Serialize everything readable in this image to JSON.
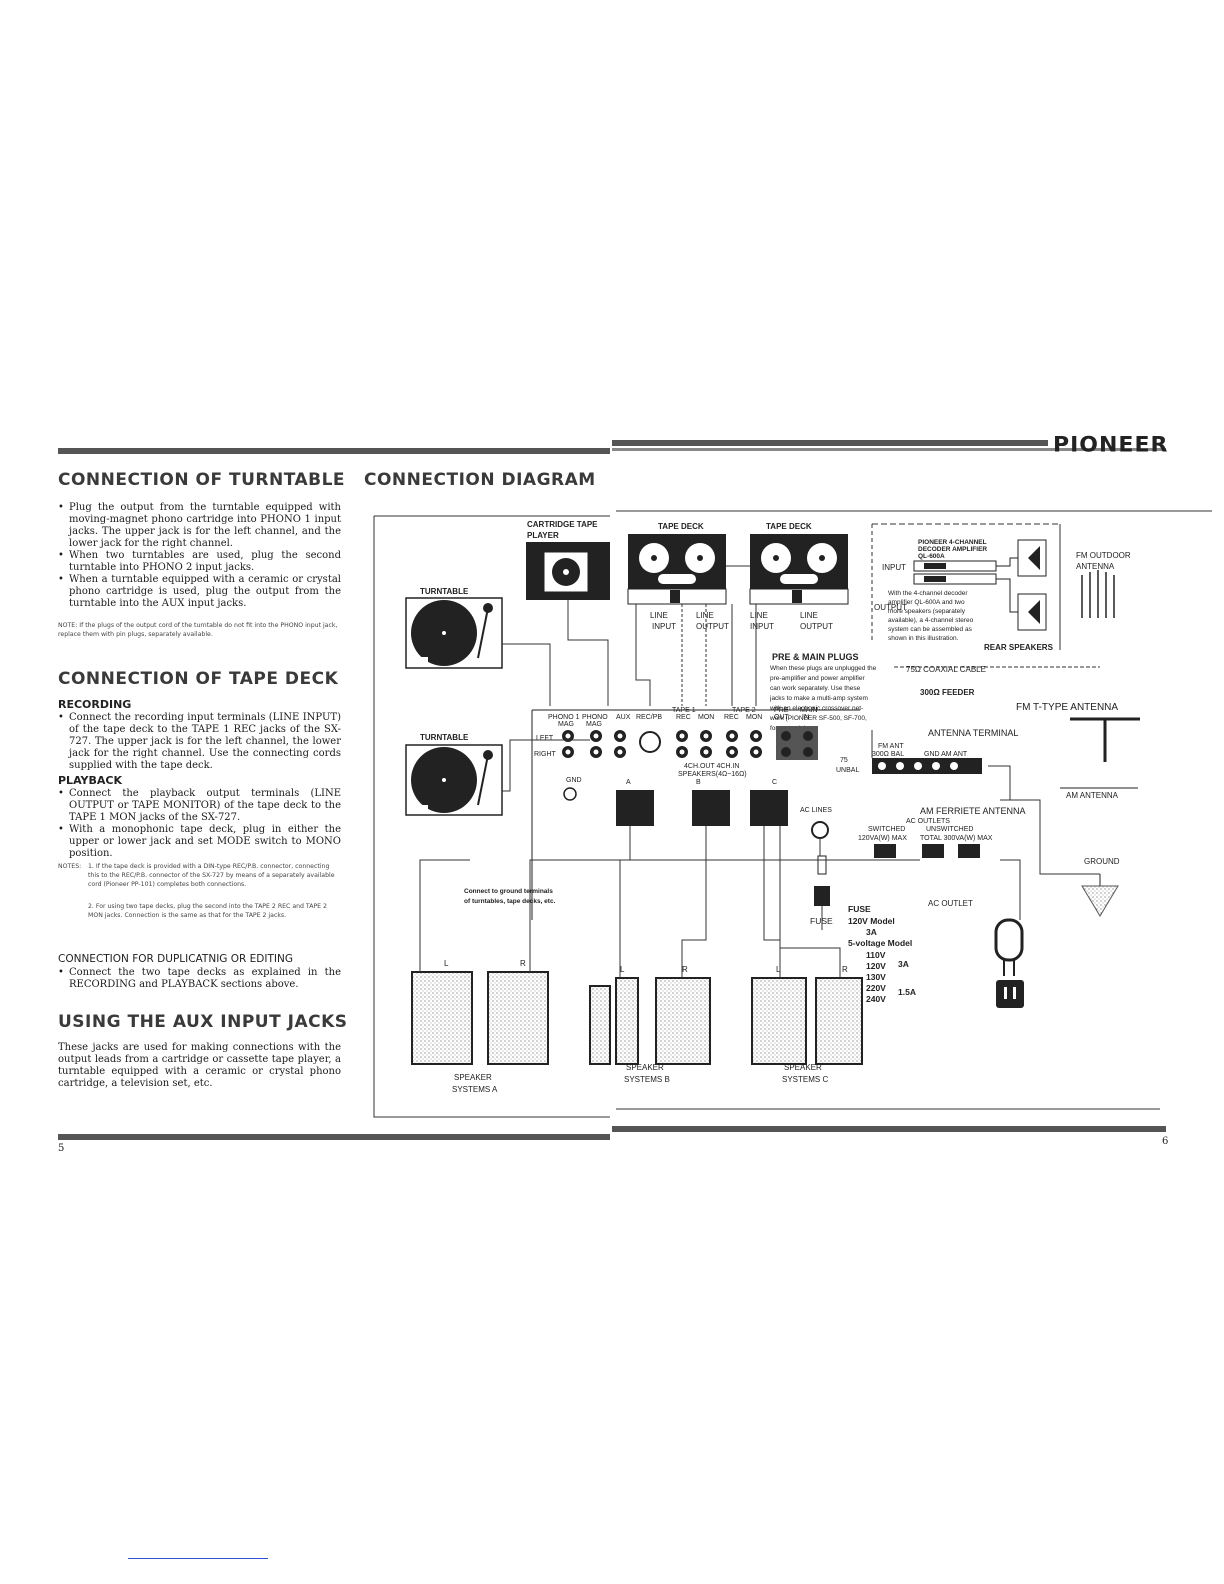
{
  "brand": {
    "logo": "PIONEER"
  },
  "left": {
    "turntable": {
      "title": "CONNECTION OF TURNTABLE",
      "bullets": [
        "Plug the output from the turntable equipped with moving-magnet phono cartridge into PHONO 1 input jacks. The upper jack is for the left channel, and the lower jack for the right channel.",
        "When two turntables are used, plug the second turntable into PHONO 2 input jacks.",
        "When a turntable equipped with a ceramic or crystal phono cartridge is used, plug the output from the turntable into the AUX input jacks."
      ],
      "note": "NOTE: If the plugs of the output cord of the turntable do not fit into the PHONO input jack, replace them with pin plugs, separately available."
    },
    "tape": {
      "title": "CONNECTION OF TAPE DECK",
      "recording_head": "RECORDING",
      "recording_bullets": [
        "Connect the recording input terminals (LINE INPUT) of the tape deck to the TAPE 1 REC jacks of the SX-727. The upper jack is for the left channel, the lower jack for the right channel. Use the connecting cords supplied with the tape deck."
      ],
      "playback_head": "PLAYBACK",
      "playback_bullets": [
        "Connect the playback output terminals (LINE OUTPUT or TAPE MONITOR) of the tape deck to the TAPE 1 MON jacks of the SX-727.",
        "With a monophonic tape deck, plug in either the upper or lower jack and set MODE switch to MONO position."
      ],
      "notes_label": "NOTES:",
      "notes": [
        "1. If the tape deck is provided with a DIN-type REC/P.B. connector, connecting this to the REC/P.B. connector of the SX-727 by means of a separately available cord (Pioneer PP-101) completes both connections.",
        "2. For using two tape decks, plug the second into the TAPE 2 REC and TAPE 2 MON jacks. Connection is the same as that for the TAPE 2 jacks."
      ],
      "dup_head": "CONNECTION FOR DUPLICATNIG OR EDITING",
      "dup_bullets": [
        "Connect the two tape decks as explained in the RECORDING and PLAYBACK sections above."
      ]
    },
    "aux": {
      "title": "USING THE AUX INPUT JACKS",
      "text": "These jacks are used for making connections with the output leads from a cartridge or cassette tape player, a turntable equipped with a ceramic or crystal phono cartridge, a television set, etc."
    },
    "page_number": "5"
  },
  "right": {
    "title": "CONNECTION DIAGRAM",
    "page_number": "6",
    "labels": {
      "cartridge": "CARTRIDGE TAPE",
      "player": "PLAYER",
      "turntable1": "TURNTABLE",
      "turntable2": "TURNTABLE",
      "tape_deck1": "TAPE DECK",
      "tape_deck2": "TAPE DECK",
      "line": "LINE",
      "input": "INPUT",
      "output": "OUTPUT",
      "decoder1": "PIONEER 4-CHANNEL",
      "decoder2": "DECODER AMPLIFIER",
      "decoder3": "QL-600A",
      "dec_input": "INPUT",
      "dec_output": "OUTPUT",
      "dec_text": [
        "With the 4-channel decoder",
        "amplifier QL-600A and two",
        "more speakers (separately",
        "available), a 4-channel stereo",
        "system can be assembled as",
        "shown in this illustration."
      ],
      "rear_speakers": "REAR SPEAKERS",
      "fm_outdoor1": "FM OUTDOOR",
      "fm_outdoor2": "ANTENNA",
      "pre_main": "PRE & MAIN PLUGS",
      "pre_text": [
        "When these plugs are unplugged the",
        "pre-amplifier and power amplifier",
        "can work separately. Use these",
        "jacks to make a multi-amp system",
        "with an electronic crossover net-",
        "work (PIONEER SF-500, SF-700,",
        "for example)."
      ],
      "coax": "75Ω COAXIAL CABLE",
      "feeder": "300Ω FEEDER",
      "fm_t": "FM T-TYPE ANTENNA",
      "ant_terminal": "ANTENNA TERMINAL",
      "fm_ant": "FM ANT",
      "ant_300": "300Ω BAL",
      "gnd_am_ant": "GND  AM  ANT",
      "unbal_75": "75",
      "unbal": "UNBAL",
      "am_antenna": "AM ANTENNA",
      "ferrite": "AM FERRIETE ANTENNA",
      "ac_outlets": "AC OUTLETS",
      "switched": "SWITCHED",
      "unswitched": "UNSWITCHED",
      "max1": "120VA(W) MAX",
      "max2": "TOTAL 300VA(W) MAX",
      "ground": "GROUND",
      "ac_outlet": "AC OUTLET",
      "ac_lines": "AC LINES",
      "phono1": "PHONO 1",
      "phono2": "PHONO",
      "mag": "MAG",
      "aux": "AUX",
      "recpb": "REC/PB",
      "tape1": "TAPE 1",
      "tape2": "TAPE 2",
      "rec": "REC",
      "mon": "MON",
      "pre": "PRE",
      "out": "OUT",
      "main": "MAIN",
      "in": "IN",
      "left": "LEFT",
      "right": "RIGHT",
      "gnd": "GND",
      "ch4": "4CH.OUT 4CH.IN",
      "speakers": "SPEAKERS(4Ω~16Ω)",
      "spk_a": "A",
      "spk_b": "B",
      "spk_c": "C",
      "connect_ground1": "Connect to ground terminals",
      "connect_ground2": "of turntables, tape decks, etc.",
      "fuse1": "FUSE",
      "fuse2": "FUSE",
      "model120": "120V Model",
      "a3": "3A",
      "model5": "5-voltage Model",
      "v110": "110V",
      "v120": "120V",
      "v130": "130V",
      "v220": "220V",
      "v240": "240V",
      "a3b": "3A",
      "a15": "1.5A",
      "L": "L",
      "R": "R",
      "spk_sys": "SPEAKER",
      "sys_a": "SYSTEMS A",
      "sys_b": "SYSTEMS B",
      "sys_c": "SYSTEMS C"
    }
  }
}
